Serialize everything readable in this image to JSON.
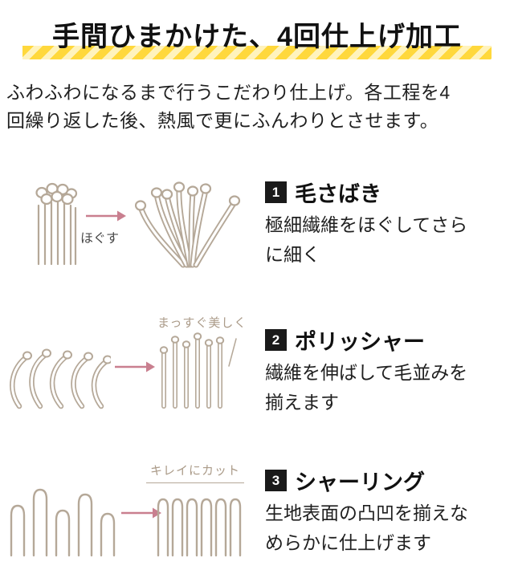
{
  "header": {
    "title": "手間ひまかけた、4回仕上げ加工"
  },
  "intro": {
    "lines": [
      "ふわふわになるまで行うこだわり仕上げ。各工程を4",
      "回繰り返した後、熱風で更にふんわりとさせます。"
    ]
  },
  "steps": [
    {
      "number": "1",
      "title": "毛さばき",
      "caption": "ほぐす",
      "description_lines": [
        "極細繊維をほぐしてさら",
        "に細く"
      ]
    },
    {
      "number": "2",
      "title": "ポリッシャー",
      "caption": "まっすぐ美しく",
      "description_lines": [
        "繊維を伸ばして毛並みを",
        "揃えます"
      ]
    },
    {
      "number": "3",
      "title": "シャーリング",
      "caption": "キレイにカット",
      "description_lines": [
        "生地表面の凸凹を揃えな",
        "めらかに仕上げます"
      ]
    }
  ],
  "icons": {
    "step_arrow": "arrow-right-icon",
    "step1_before": "fiber-bundle-illustration",
    "step1_after": "fiber-spread-illustration",
    "step2_before": "bent-fibers-illustration",
    "step2_after": "straight-fibers-illustration",
    "step3_before": "uneven-loops-illustration",
    "step3_after": "even-loops-illustration"
  },
  "colors": {
    "accent_yellow": "#ffd83c",
    "accent_yellow_light": "#fff3bd",
    "arrow_pink": "#c97f8f",
    "illustration_tan": "#b5a898",
    "badge_bg": "#1a1a1a",
    "text": "#1f1f1f"
  }
}
